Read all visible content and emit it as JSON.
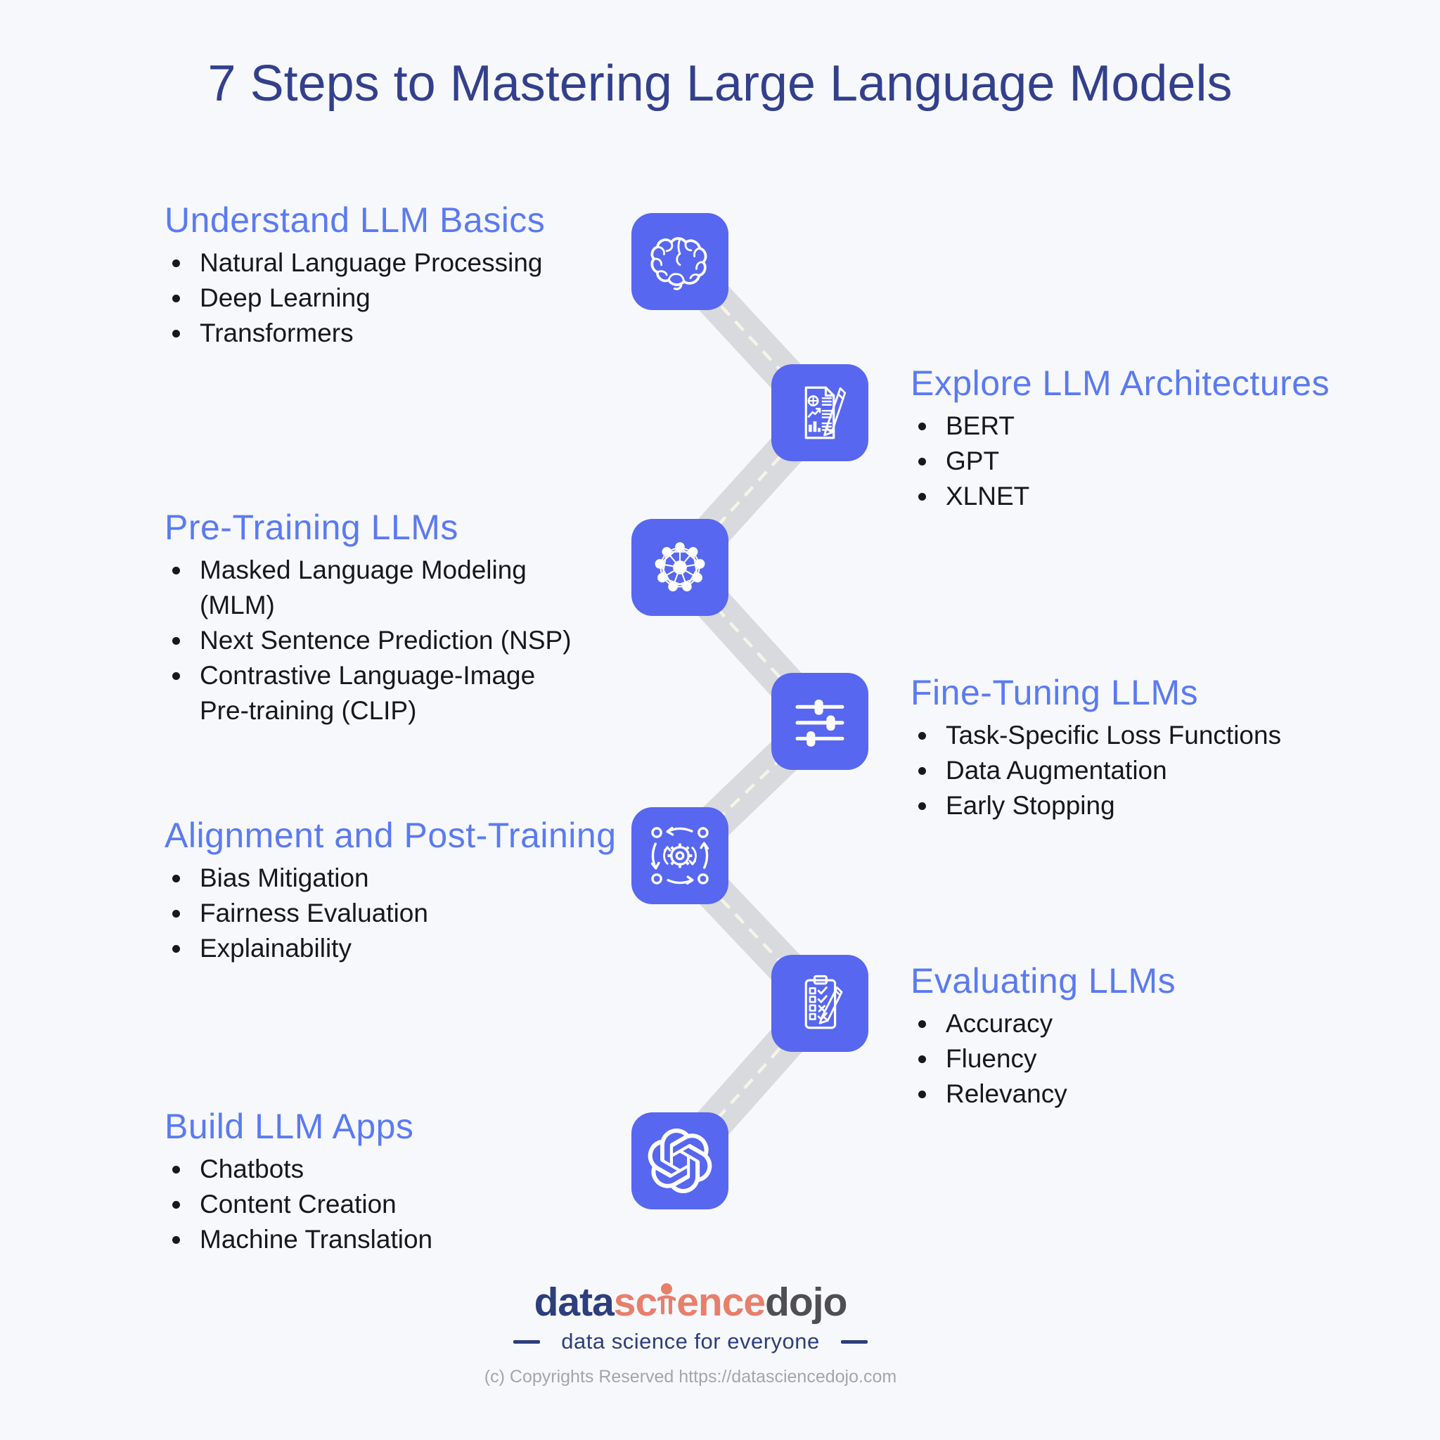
{
  "title": "7 Steps to Mastering Large Language Models",
  "steps": [
    {
      "title": "Understand LLM Basics",
      "icon": "brain-icon",
      "side": "left",
      "bullets": [
        "Natural Language Processing",
        "Deep Learning",
        "Transformers"
      ]
    },
    {
      "title": "Explore LLM Architectures",
      "icon": "report-chart-icon",
      "side": "right",
      "bullets": [
        "BERT",
        "GPT",
        "XLNET"
      ]
    },
    {
      "title": "Pre-Training LLMs",
      "icon": "network-icon",
      "side": "left",
      "bullets": [
        "Masked Language Modeling (MLM)",
        "Next Sentence Prediction (NSP)",
        "Contrastive Language-Image Pre-training (CLIP)"
      ]
    },
    {
      "title": "Fine-Tuning LLMs",
      "icon": "sliders-icon",
      "side": "right",
      "bullets": [
        "Task-Specific Loss Functions",
        "Data Augmentation",
        "Early Stopping"
      ]
    },
    {
      "title": "Alignment and Post-Training",
      "icon": "process-gear-icon",
      "side": "left",
      "bullets": [
        "Bias Mitigation",
        "Fairness Evaluation",
        "Explainability"
      ]
    },
    {
      "title": "Evaluating LLMs",
      "icon": "checklist-icon",
      "side": "right",
      "bullets": [
        "Accuracy",
        "Fluency",
        "Relevancy"
      ]
    },
    {
      "title": "Build LLM Apps",
      "icon": "openai-icon",
      "side": "left",
      "bullets": [
        "Chatbots",
        "Content Creation",
        "Machine Translation"
      ]
    }
  ],
  "footer": {
    "logo_part1": "data",
    "logo_part2a": "sc",
    "logo_part2b": "ence",
    "logo_part3": "dojo",
    "tagline": "data science for everyone",
    "copyright": "(c) Copyrights Reserved  https://datasciencedojo.com"
  },
  "colors": {
    "background": "#f7f8fc",
    "tile_blue": "#5767ef",
    "heading_blue": "#5b7af2",
    "title_navy": "#32408c",
    "body_text": "#17181c",
    "road_gray": "#d8dade",
    "road_dash": "#f6f3e8",
    "logo_navy": "#2c3e7c",
    "logo_coral": "#e87f6b",
    "logo_gray": "#4f4f51",
    "copyright_gray": "#a3a5ad"
  }
}
